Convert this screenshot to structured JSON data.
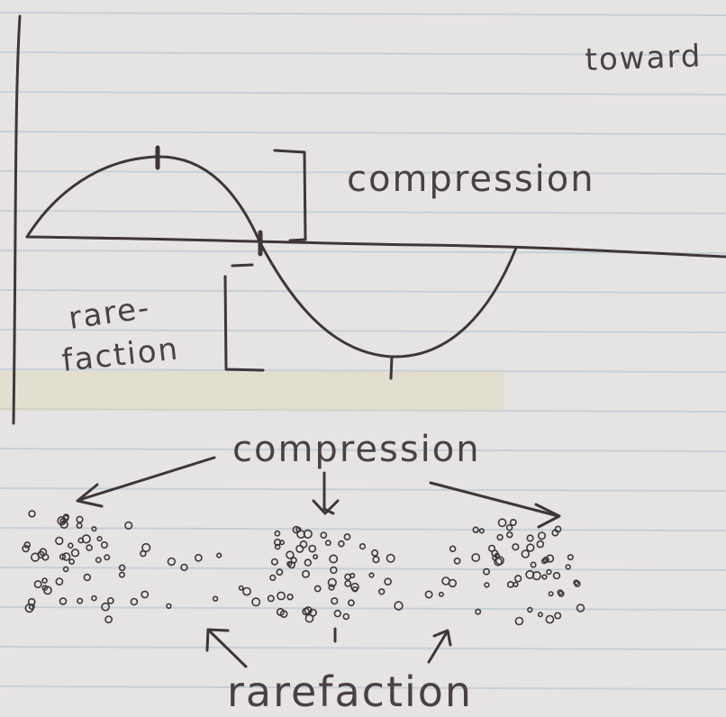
{
  "colors": {
    "paper": "#e6e3e3",
    "rule_line": "#b9c9d6",
    "ink": "#3f3639",
    "pencil": "#4a4145",
    "highlighter": "#ded8b8",
    "ghost_text": "#c9c3c3"
  },
  "labels": {
    "top_compression": "compression",
    "top_rarefaction_line1": "rare-",
    "top_rarefaction_line2": "faction",
    "bottom_compression": "compression",
    "bottom_rarefaction": "rarefaction",
    "ghost_word": "toward"
  }
}
